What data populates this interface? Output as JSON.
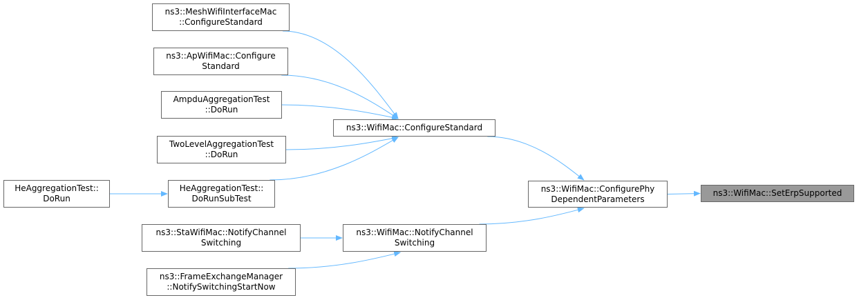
{
  "colors": {
    "edge": "#63b8ff",
    "node_border": "#666666",
    "node_fill": "#ffffff",
    "current_fill": "#999999"
  },
  "nodes": {
    "set_erp_supported": {
      "line1": "ns3::WifiMac::SetErpSupported",
      "line2": ""
    },
    "configure_phy_dependent_parameters": {
      "line1": "ns3::WifiMac::ConfigurePhy",
      "line2": "DependentParameters"
    },
    "wifimac_configure_standard": {
      "line1": "ns3::WifiMac::ConfigureStandard",
      "line2": ""
    },
    "wifimac_notify_channel_switching": {
      "line1": "ns3::WifiMac::NotifyChannel",
      "line2": "Switching"
    },
    "meshwifiinterfacemac_configure_standard": {
      "line1": "ns3::MeshWifiInterfaceMac",
      "line2": "::ConfigureStandard"
    },
    "apwifimac_configure_standard": {
      "line1": "ns3::ApWifiMac::Configure",
      "line2": "Standard"
    },
    "ampdu_aggregation_test_dorun": {
      "line1": "AmpduAggregationTest",
      "line2": "::DoRun"
    },
    "two_level_aggregation_test_dorun": {
      "line1": "TwoLevelAggregationTest",
      "line2": "::DoRun"
    },
    "he_aggregation_test_dorunsubtest": {
      "line1": "HeAggregationTest::",
      "line2": "DoRunSubTest"
    },
    "he_aggregation_test_dorun": {
      "line1": "HeAggregationTest::",
      "line2": "DoRun"
    },
    "stawifimac_notify_channel_switching": {
      "line1": "ns3::StaWifiMac::NotifyChannel",
      "line2": "Switching"
    },
    "frame_exchange_manager_notify_switching_start_now": {
      "line1": "ns3::FrameExchangeManager",
      "line2": "::NotifySwitchingStartNow"
    }
  },
  "edges": [
    {
      "from": "configure_phy_dependent_parameters",
      "to": "set_erp_supported"
    },
    {
      "from": "wifimac_configure_standard",
      "to": "configure_phy_dependent_parameters"
    },
    {
      "from": "wifimac_notify_channel_switching",
      "to": "configure_phy_dependent_parameters"
    },
    {
      "from": "meshwifiinterfacemac_configure_standard",
      "to": "wifimac_configure_standard"
    },
    {
      "from": "apwifimac_configure_standard",
      "to": "wifimac_configure_standard"
    },
    {
      "from": "ampdu_aggregation_test_dorun",
      "to": "wifimac_configure_standard"
    },
    {
      "from": "two_level_aggregation_test_dorun",
      "to": "wifimac_configure_standard"
    },
    {
      "from": "he_aggregation_test_dorunsubtest",
      "to": "wifimac_configure_standard"
    },
    {
      "from": "he_aggregation_test_dorun",
      "to": "he_aggregation_test_dorunsubtest"
    },
    {
      "from": "stawifimac_notify_channel_switching",
      "to": "wifimac_notify_channel_switching"
    },
    {
      "from": "frame_exchange_manager_notify_switching_start_now",
      "to": "wifimac_notify_channel_switching"
    }
  ]
}
